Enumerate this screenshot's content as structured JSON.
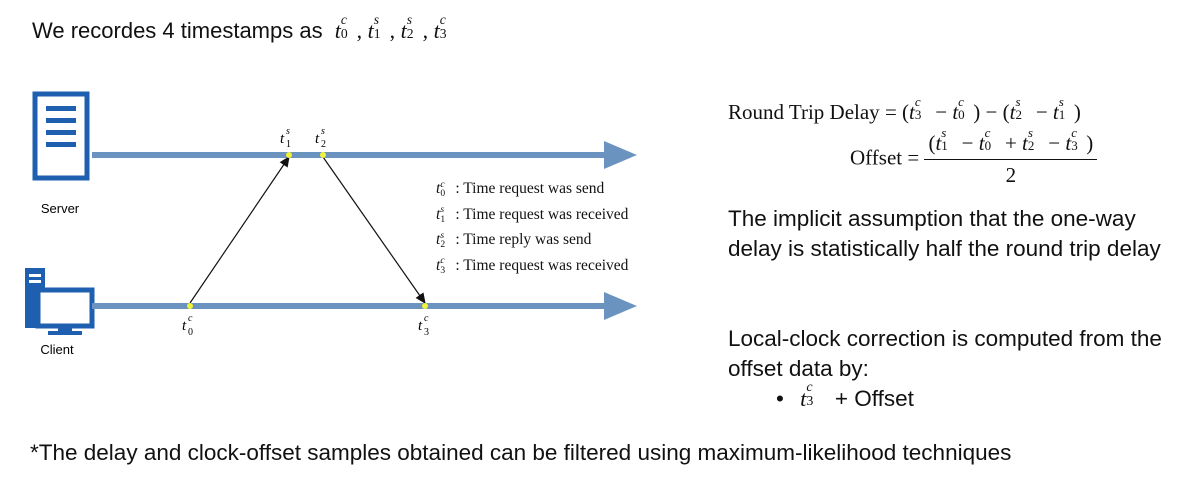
{
  "heading": {
    "text": "We recordes 4 timestamps as",
    "timestamps": "t0c, t1s, t2s, t3c"
  },
  "diagram": {
    "server_label": "Server",
    "client_label": "Client",
    "point_labels": {
      "t0": "t0c",
      "t1": "t1s",
      "t2": "t2s",
      "t3": "t3c"
    },
    "legend": [
      {
        "symbol": "t0c",
        "text": ": Time request was send"
      },
      {
        "symbol": "t1s",
        "text": ": Time request was received"
      },
      {
        "symbol": "t2s",
        "text": ": Time reply was send"
      },
      {
        "symbol": "t3c",
        "text": ": Time request was received"
      }
    ],
    "colors": {
      "timeline": "#6b93bf",
      "icon": "#1e5fb0",
      "dot": "#f2f23a",
      "message": "#111111"
    }
  },
  "formulas": {
    "round_trip_label": "Round Trip Delay",
    "round_trip_expr": "(t3c − t0c) − (t2s − t1s)",
    "offset_label": "Offset",
    "offset_numerator": "(t1s − t0c + t2s − t3c)",
    "offset_denominator": "2"
  },
  "assumption": "The implicit assumption that the one-way delay is statistically half the round trip delay",
  "correction": "Local-clock correction is computed from the offset data by:",
  "bullet": {
    "symbol": "t3c",
    "text": "+ Offset"
  },
  "footnote": "*The delay and clock-offset samples obtained can be filtered using maximum-likelihood techniques"
}
